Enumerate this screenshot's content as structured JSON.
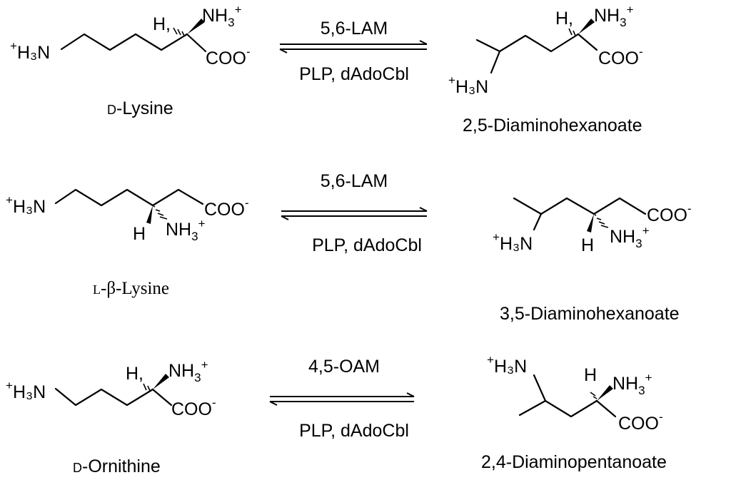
{
  "reactions": [
    {
      "substrate": {
        "name_prefix": "D",
        "name_main": "-Lysine"
      },
      "enzyme": "5,6-LAM",
      "cofactors": "PLP, dAdoCbl",
      "product": {
        "name": "2,5-Diaminohexanoate"
      }
    },
    {
      "substrate": {
        "name_prefix": "L",
        "name_main": "-β-Lysine"
      },
      "enzyme": "5,6-LAM",
      "cofactors": "PLP, dAdoCbl",
      "product": {
        "name": "3,5-Diaminohexanoate"
      }
    },
    {
      "substrate": {
        "name_prefix": "D",
        "name_main": "-Ornithine"
      },
      "enzyme": "4,5-OAM",
      "cofactors": "PLP, dAdoCbl",
      "product": {
        "name": "2,4-Diaminopentanoate"
      }
    }
  ],
  "labels": {
    "plus": "+",
    "minus": "-",
    "three": "3",
    "h3n": "H₃N",
    "n": "N",
    "h": "H",
    "h_comma": "H,",
    "nh": "NH",
    "coo": "COO"
  }
}
